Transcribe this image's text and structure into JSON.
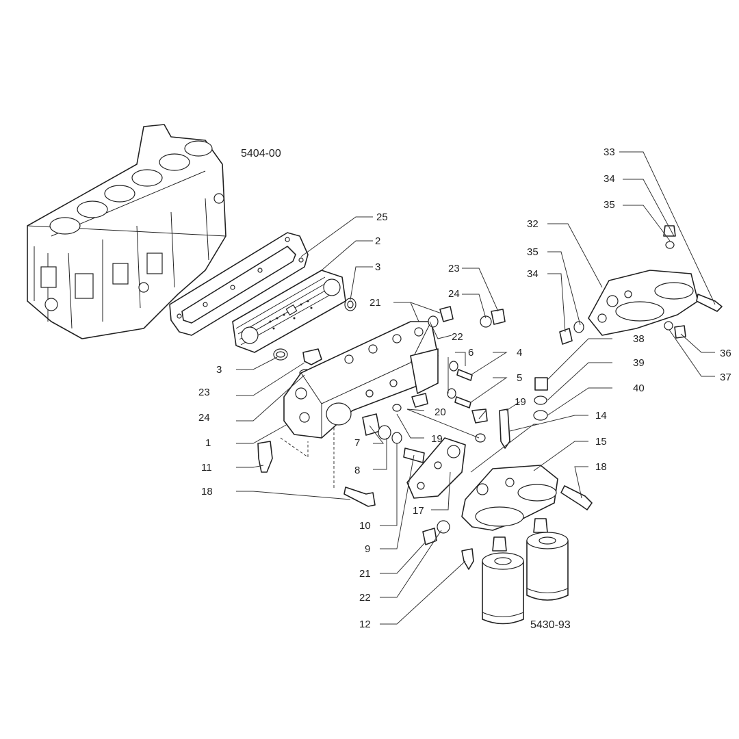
{
  "references": {
    "block": "5404-00",
    "filter": "5430-93"
  },
  "labels": [
    "33",
    "34",
    "35",
    "32",
    "35",
    "34",
    "25",
    "2",
    "3",
    "23",
    "24",
    "21",
    "22",
    "6",
    "4",
    "5",
    "19",
    "20",
    "3",
    "23",
    "24",
    "1",
    "11",
    "18",
    "7",
    "8",
    "19",
    "10",
    "9",
    "21",
    "22",
    "12",
    "17",
    "14",
    "15",
    "18",
    "38",
    "39",
    "40",
    "36",
    "37"
  ],
  "colors": {
    "line": "#222222",
    "background": "#ffffff"
  }
}
